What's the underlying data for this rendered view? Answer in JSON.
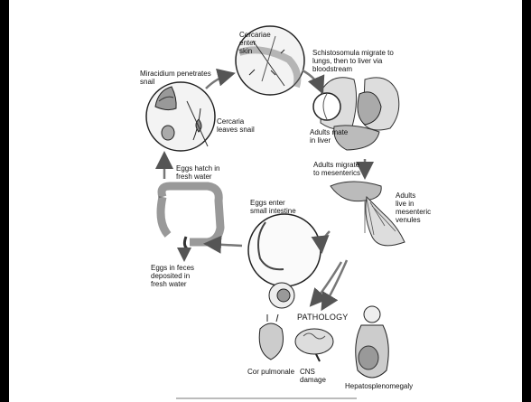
{
  "title": "Schistosoma japonicum",
  "labels": {
    "cercariae_enter_skin": "Cercariae\nenter\nskin",
    "schistosomula_migrate": "Schistosomula migrate to\nlungs, then to liver via\nbloodstream",
    "miracidium_penetrates": "Miracidium penetrates\nsnail",
    "cercaria_leaves": "Cercaria\nleaves snail",
    "adults_mate": "Adults mate\nin liver",
    "adults_migrate": "Adults migrate\nto mesenterics",
    "eggs_hatch": "Eggs hatch in\nfresh water",
    "eggs_enter": "Eggs enter\nsmall intestine",
    "adults_live": "Adults\nlive in\nmesenteric\nvenules",
    "eggs_in_feces": "Eggs in feces\ndeposited in\nfresh water",
    "pathology": "PATHOLOGY",
    "cor_pulmonale": "Cor pulmonale",
    "cns_damage": "CNS\ndamage",
    "hepatosplenomegaly": "Hepatosplenomegaly"
  }
}
